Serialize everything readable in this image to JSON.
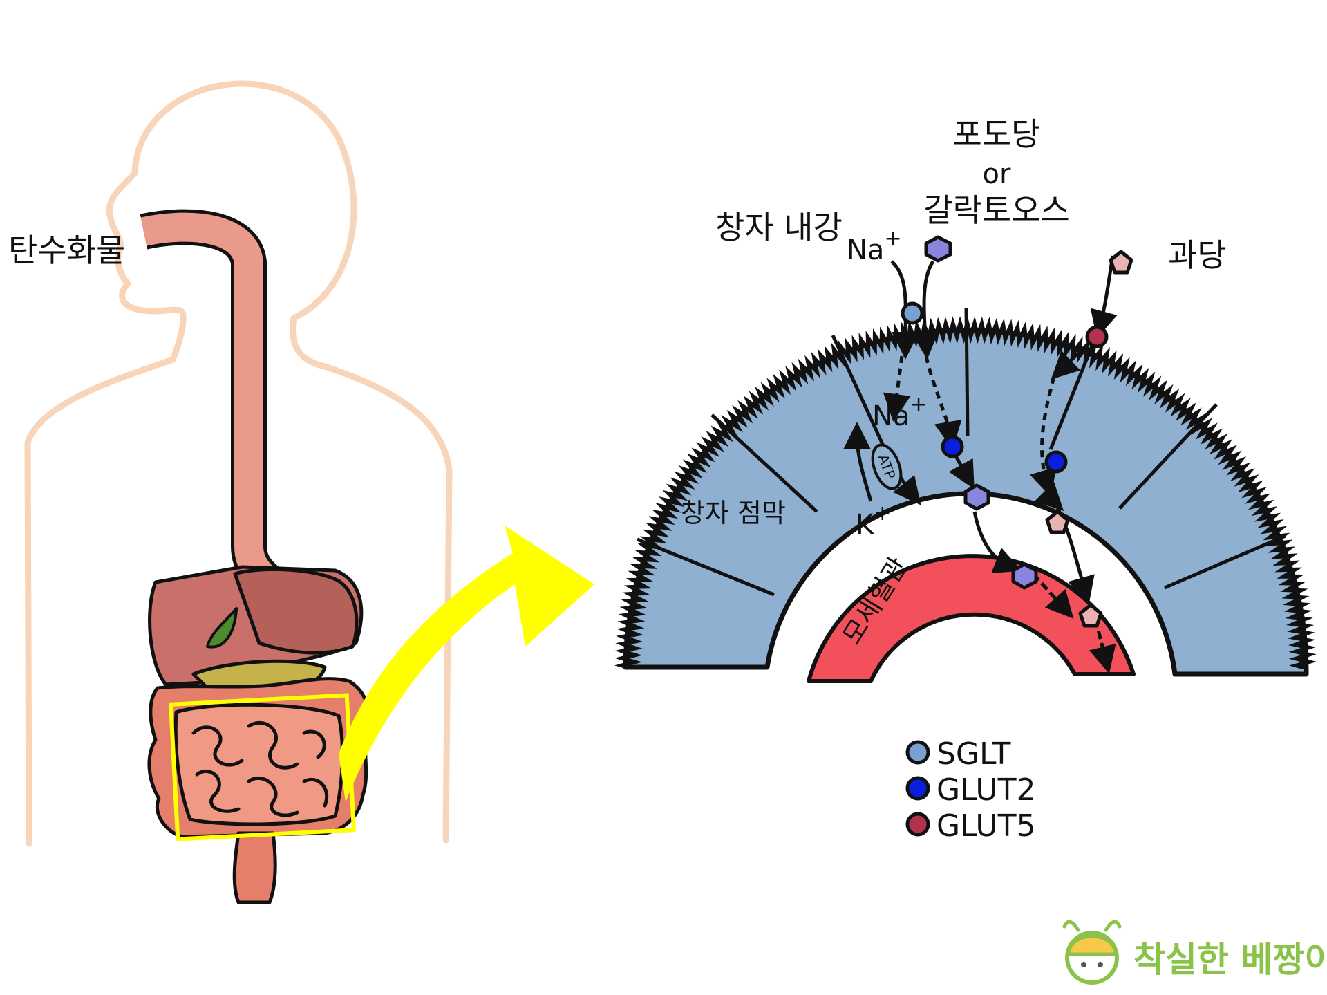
{
  "labels": {
    "carbohydrate": "탄수화물",
    "glucose_line1": "포도당",
    "glucose_line2": "or",
    "glucose_line3": "갈락토오스",
    "lumen": "창자 내강",
    "fructose": "과당",
    "na_top": "Na",
    "na_top_sup": "+",
    "na_mid": "Na",
    "na_mid_sup": "+",
    "k": "K",
    "k_sup": "+",
    "atp": "ATP",
    "mucosa": "창자 점막",
    "capillary": "모세혈관"
  },
  "legend": [
    {
      "label": "SGLT",
      "color": "#7a9fd1"
    },
    {
      "label": "GLUT2",
      "color": "#0a1ee0"
    },
    {
      "label": "GLUT5",
      "color": "#b0324d"
    }
  ],
  "brand": {
    "text": "착실한 베짱이"
  },
  "colors": {
    "cell_blue": "#8fb0d0",
    "capillary_red": "#f2505a",
    "body_outline": "#f8d4b8",
    "esophagus": "#e99a8a",
    "arrow_yellow": "#ffff00",
    "glucose_hex": "#8a86e0",
    "fructose_pent": "#e9b3b1"
  }
}
